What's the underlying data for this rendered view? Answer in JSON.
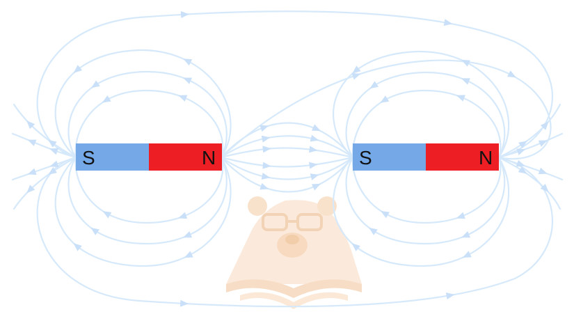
{
  "colors": {
    "field_line": "#d6e9fb",
    "arrow": "#c9e0f8",
    "south_pole": "#74a8e6",
    "north_pole": "#ed1f24",
    "watermark": "#fbeadb"
  },
  "magnets": [
    {
      "south_label": "S",
      "north_label": "N"
    },
    {
      "south_label": "S",
      "north_label": "N"
    }
  ],
  "watermark": {
    "icon": "bear-reading-book-logo"
  },
  "field_direction": "north-to-south"
}
